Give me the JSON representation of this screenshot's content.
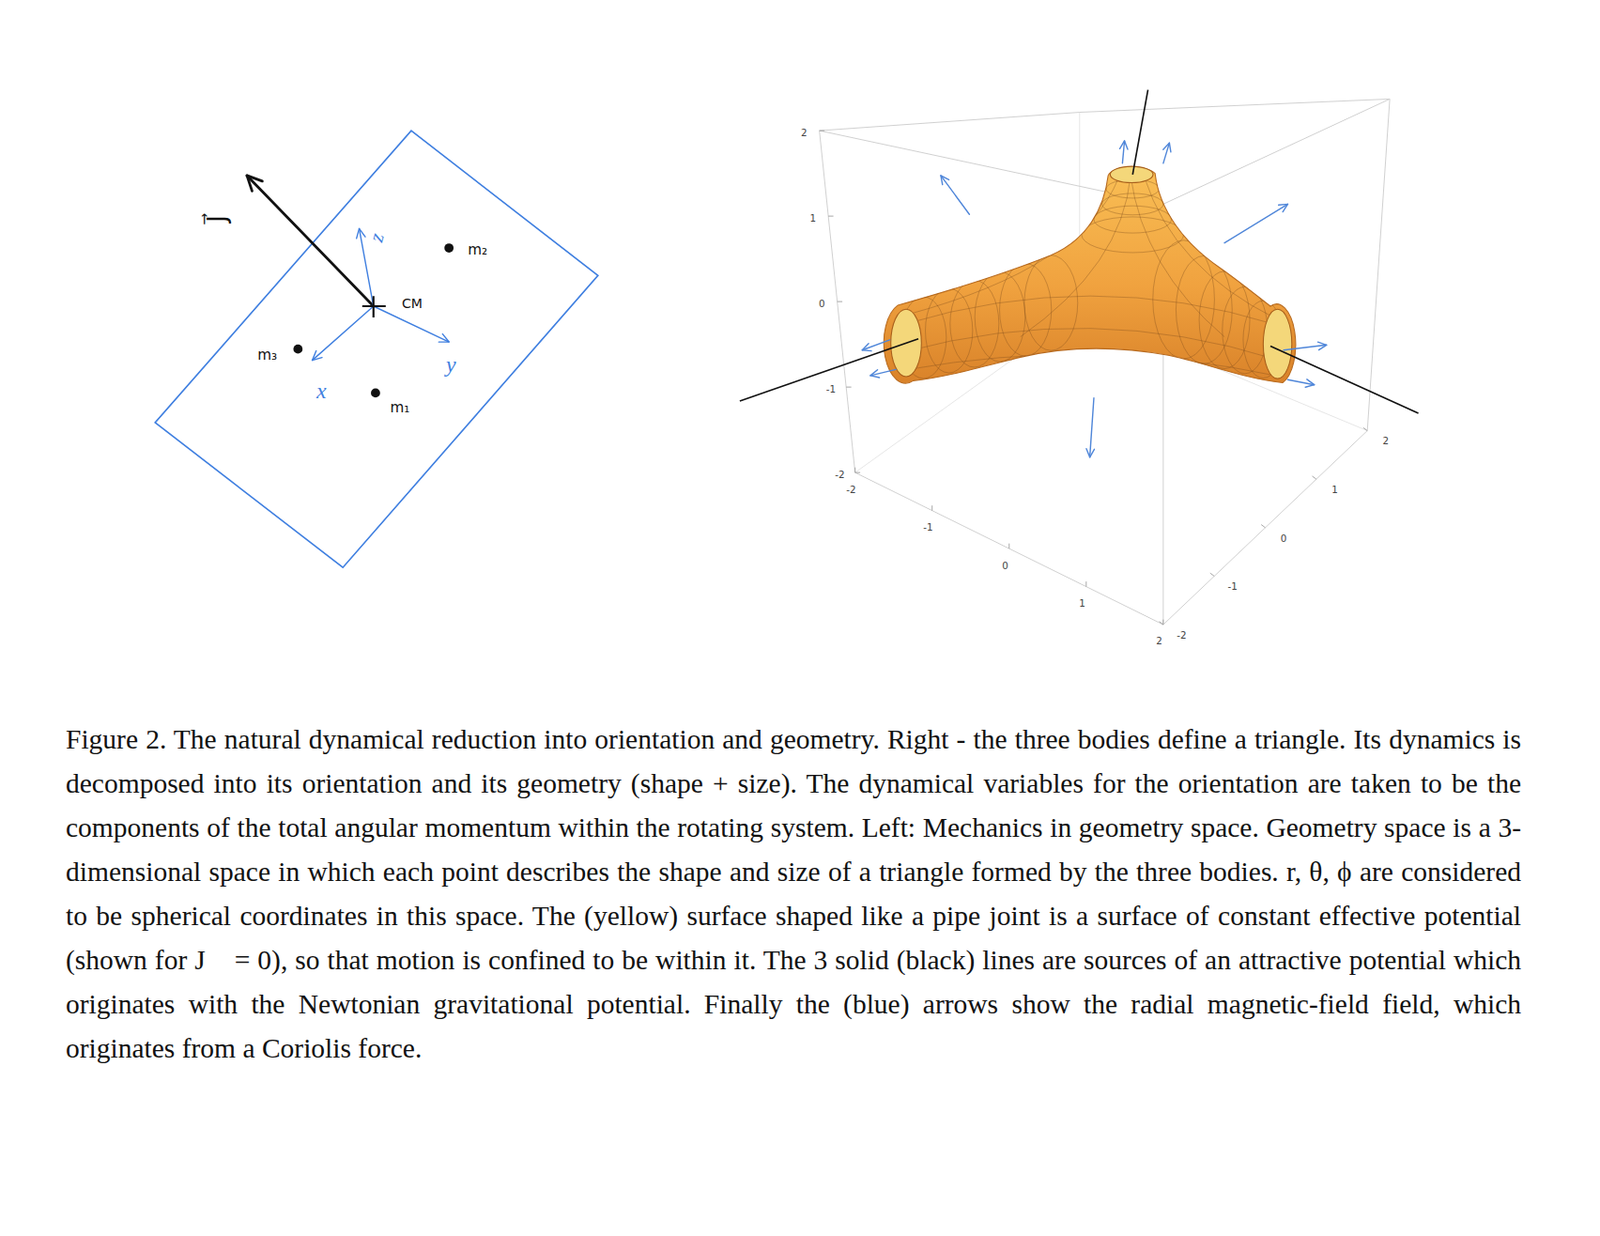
{
  "diagram": {
    "caption": "Figure 2. The natural dynamical reduction into orientation and geometry. Right - the three bodies define a triangle. Its dynamics is decomposed into its orientation and its geometry (shape + size). The dynamical variables for the orientation are taken to be the components of the total angular momentum within the rotating system. Left: Mechanics in geometry space. Geometry space is a 3-dimensional space in which each point describes the shape and size of a triangle formed by the three bodies. r, θ, ϕ are considered to be spherical coordinates in this space. The (yellow) surface shaped like a pipe joint is a surface of constant effective potential (shown for J⃗ = 0), so that motion is confined to be within it. The 3 solid (black) lines are sources of an attractive potential which originates with the Newtonian gravitational potential. Finally the (blue) arrows show the radial magnetic-field field, which originates from a Coriolis force.",
    "labels": [
      "J⃗",
      "z",
      "CM",
      "m₂",
      "m₃",
      "x",
      "y",
      "m₁",
      "2",
      "1",
      "0",
      "-1",
      "-2",
      "-2",
      "-1",
      "0",
      "1",
      "2",
      "-2",
      "-1",
      "0",
      "1",
      "2"
    ]
  }
}
